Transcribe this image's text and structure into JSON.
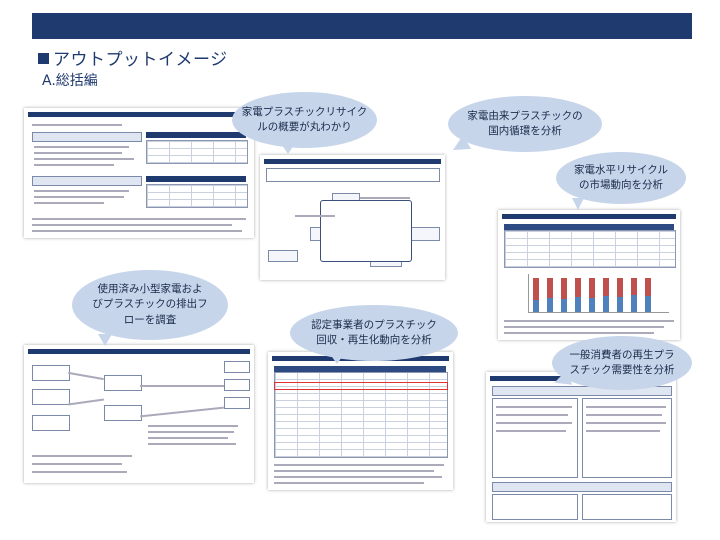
{
  "header": {
    "title": "アウトプットイメージ",
    "subtitle": "A.総括編"
  },
  "bubbles": [
    {
      "id": "overview",
      "text": "家電プラスチックリサイク\nルの概要が丸わかり"
    },
    {
      "id": "domestic",
      "text": "家電由来プラスチックの\n国内循環を分析"
    },
    {
      "id": "horizontal",
      "text": "家電水平リサイクル\nの市場動向を分析"
    },
    {
      "id": "small",
      "text": "使用済み小型家電およ\nびプラスチックの排出フ\nローを調査"
    },
    {
      "id": "certified",
      "text": "認定事業者のプラスチック\n回収・再生化動向を分析"
    },
    {
      "id": "consumer",
      "text": "一般消費者の再生プラ\nスチック需要性を分析"
    }
  ],
  "colors": {
    "brand": "#1f3a6e",
    "bubble": "#c7d5ea",
    "chart_red": "#c0504d",
    "chart_blue": "#4f81bd"
  }
}
